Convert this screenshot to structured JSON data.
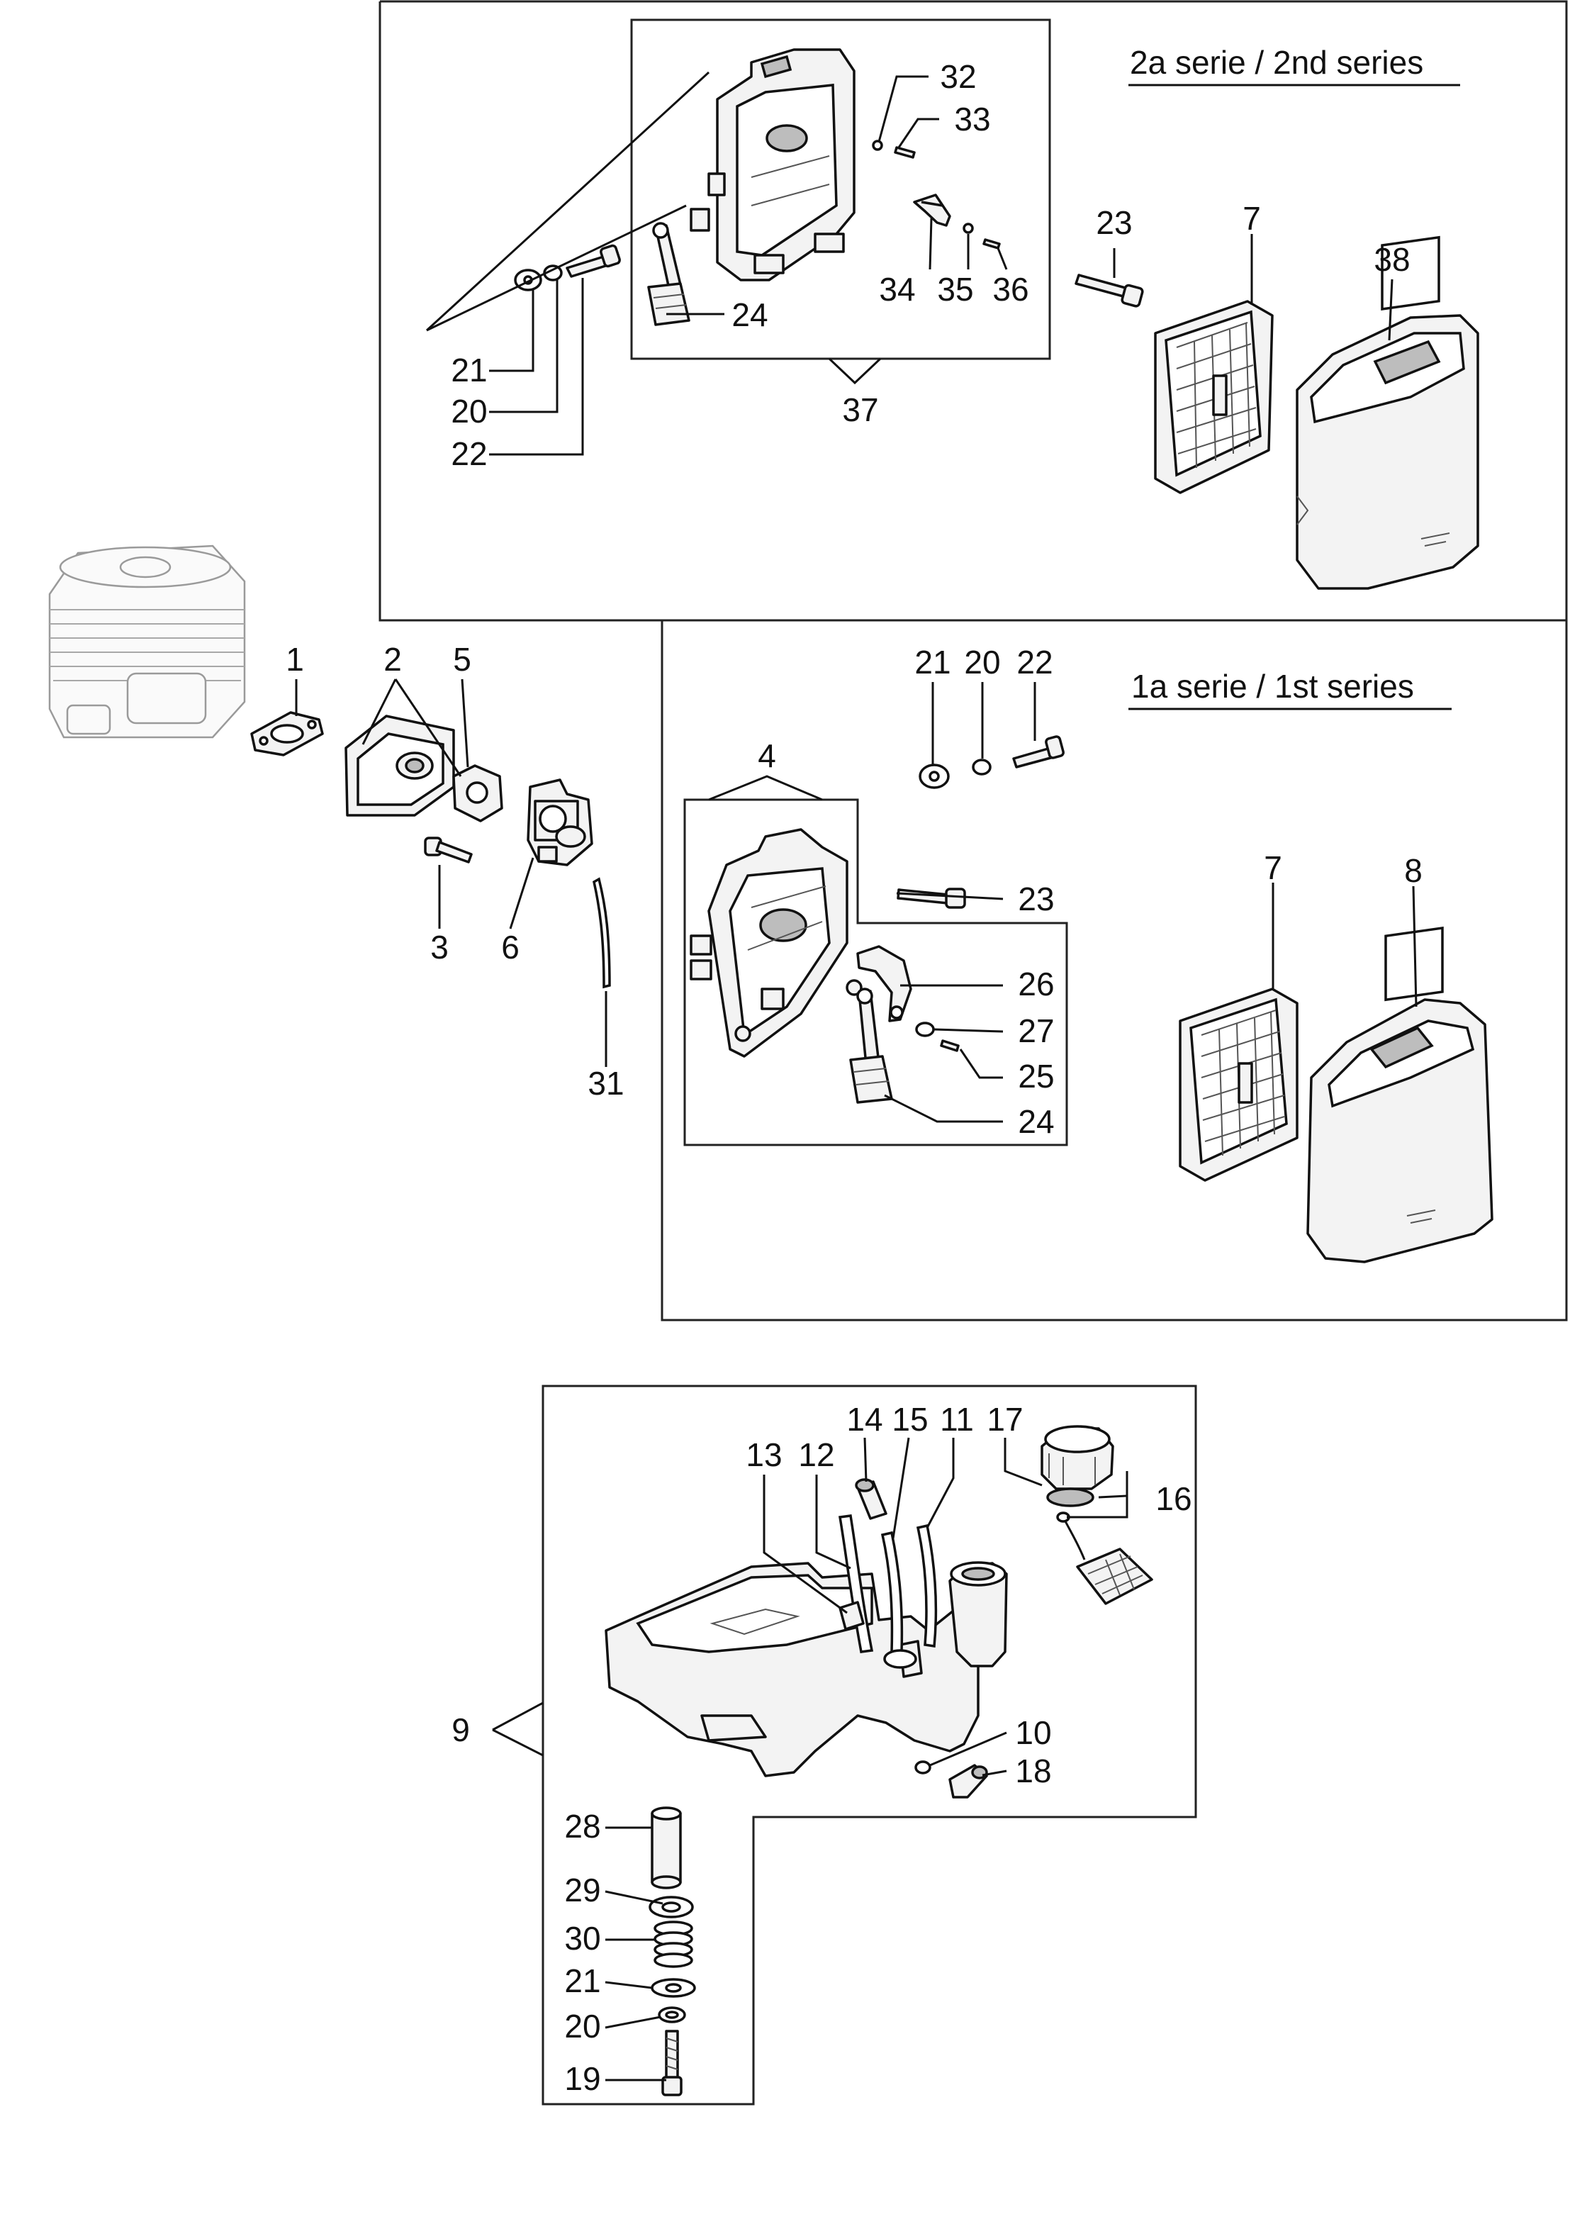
{
  "series": {
    "second": "2a serie / 2nd series",
    "first": "1a serie / 1st series"
  },
  "callouts": {
    "c1": "1",
    "c2": "2",
    "c3": "3",
    "c4": "4",
    "c5": "5",
    "c6": "6",
    "c7a": "7",
    "c7b": "7",
    "c8": "8",
    "c9": "9",
    "c10": "10",
    "c11": "11",
    "c12": "12",
    "c13": "13",
    "c14": "14",
    "c15": "15",
    "c16": "16",
    "c17": "17",
    "c18": "18",
    "c19": "19",
    "c20a": "20",
    "c20b": "20",
    "c20c": "20",
    "c21a": "21",
    "c21b": "21",
    "c21c": "21",
    "c22a": "22",
    "c22b": "22",
    "c23a": "23",
    "c23b": "23",
    "c24a": "24",
    "c24b": "24",
    "c25": "25",
    "c26": "26",
    "c27": "27",
    "c28": "28",
    "c29": "29",
    "c30": "30",
    "c31": "31",
    "c32": "32",
    "c33": "33",
    "c34": "34",
    "c35": "35",
    "c36": "36",
    "c37": "37",
    "c38": "38"
  }
}
